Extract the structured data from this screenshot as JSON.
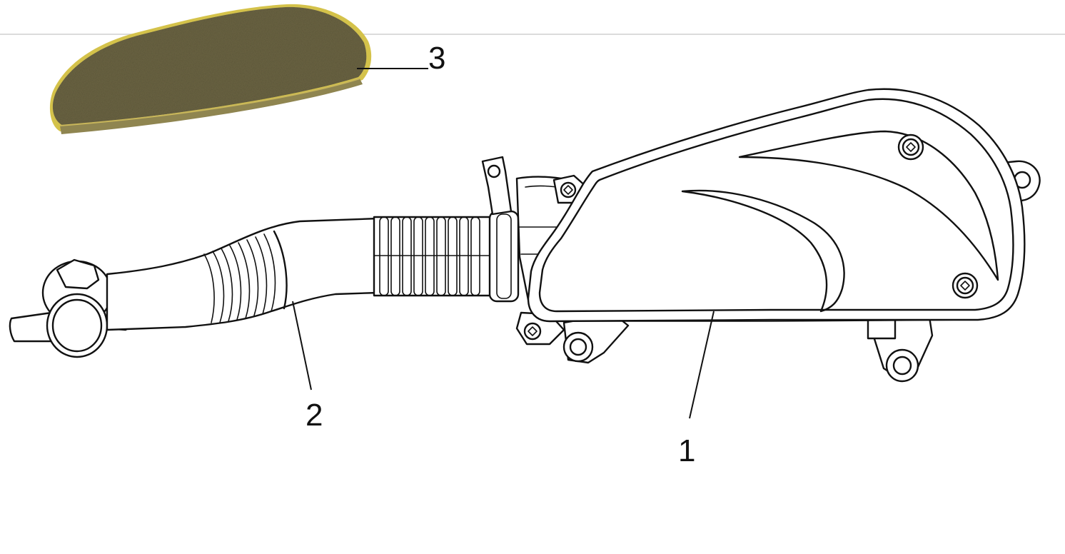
{
  "diagram": {
    "callouts": [
      {
        "id": "1",
        "label": "1"
      },
      {
        "id": "2",
        "label": "2"
      },
      {
        "id": "3",
        "label": "3"
      }
    ],
    "colors": {
      "line": "#111111",
      "filter_foam": "#6b6443",
      "filter_edge": "#d4c24a",
      "page_rule": "#cfcfcf"
    }
  }
}
